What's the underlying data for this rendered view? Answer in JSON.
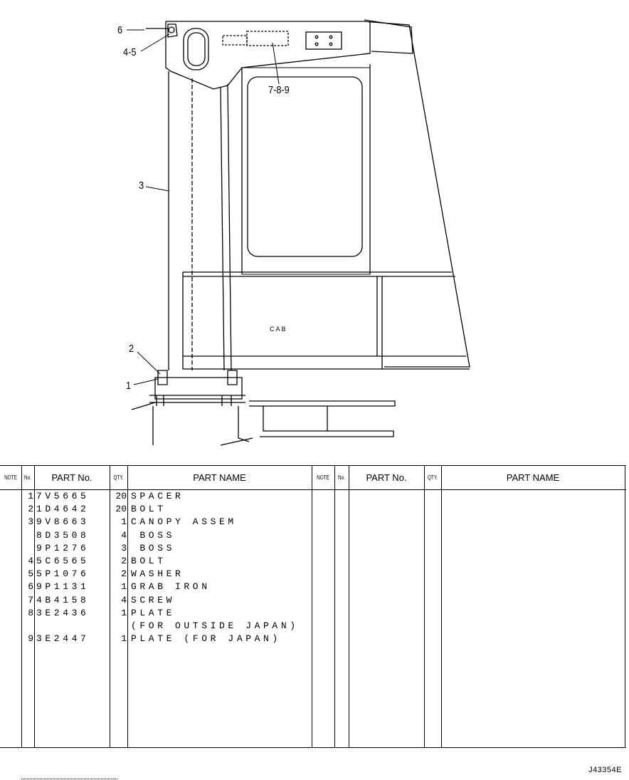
{
  "drawing": {
    "callouts": [
      {
        "id": "6",
        "text": "6"
      },
      {
        "id": "4-5",
        "text": "4-5"
      },
      {
        "id": "7-8-9",
        "text": "7-8-9"
      },
      {
        "id": "3",
        "text": "3"
      },
      {
        "id": "2",
        "text": "2"
      },
      {
        "id": "1",
        "text": "1"
      }
    ],
    "cab_label": "CAB"
  },
  "table": {
    "headers": {
      "note": "NOTE",
      "no": "No.",
      "part_no": "PART No.",
      "qty": "QTY.",
      "part_name": "PART NAME",
      "note2": "NOTE",
      "no2": "No.",
      "part_no2": "PART No.",
      "qty2": "QTY.",
      "part_name2": "PART NAME"
    },
    "rows": [
      {
        "no": "1",
        "part_no": "7V5665",
        "qty": "20",
        "name": "SPACER"
      },
      {
        "no": "2",
        "part_no": "1D4642",
        "qty": "20",
        "name": "BOLT"
      },
      {
        "no": "3",
        "part_no": "9V8663",
        "qty": "1",
        "name": "CANOPY ASSEM"
      },
      {
        "no": "",
        "part_no": "8D3508",
        "qty": "4",
        "name": " BOSS"
      },
      {
        "no": "",
        "part_no": "9P1276",
        "qty": "3",
        "name": " BOSS"
      },
      {
        "no": "4",
        "part_no": "5C6565",
        "qty": "2",
        "name": "BOLT"
      },
      {
        "no": "5",
        "part_no": "5P1076",
        "qty": "2",
        "name": "WASHER"
      },
      {
        "no": "6",
        "part_no": "9P1131",
        "qty": "1",
        "name": "GRAB IRON"
      },
      {
        "no": "7",
        "part_no": "4B4158",
        "qty": "4",
        "name": "SCREW"
      },
      {
        "no": "8",
        "part_no": "3E2436",
        "qty": "1",
        "name": "PLATE"
      },
      {
        "no": "",
        "part_no": "",
        "qty": "",
        "name": "(FOR OUTSIDE JAPAN)"
      },
      {
        "no": "9",
        "part_no": "3E2447",
        "qty": "1",
        "name": "PLATE (FOR JAPAN)"
      }
    ]
  },
  "footer": {
    "code": "J43354E"
  }
}
